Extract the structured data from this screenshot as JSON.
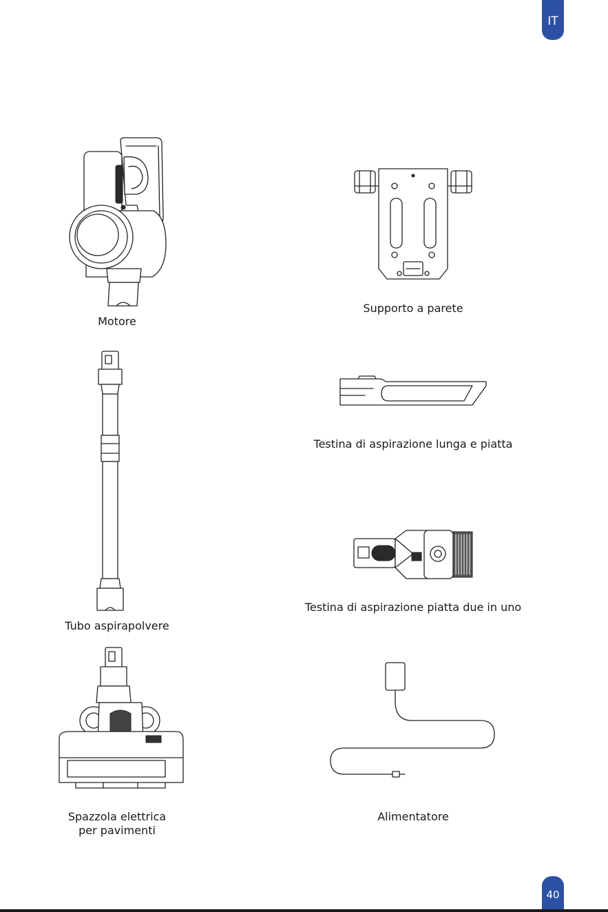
{
  "header": {
    "language_tab": "IT"
  },
  "footer": {
    "page_number": "40"
  },
  "items": {
    "motore": {
      "caption": "Motore"
    },
    "supporto": {
      "caption": "Supporto a parete"
    },
    "tubo": {
      "caption": "Tubo aspirapolvere"
    },
    "testina_lunga": {
      "caption": "Testina di aspirazione lunga e piatta"
    },
    "testina_due": {
      "caption": "Testina di aspirazione piatta due in uno"
    },
    "spazzola": {
      "caption_line1": "Spazzola elettrica",
      "caption_line2": "per pavimenti"
    },
    "alimentatore": {
      "caption": "Alimentatore"
    }
  }
}
